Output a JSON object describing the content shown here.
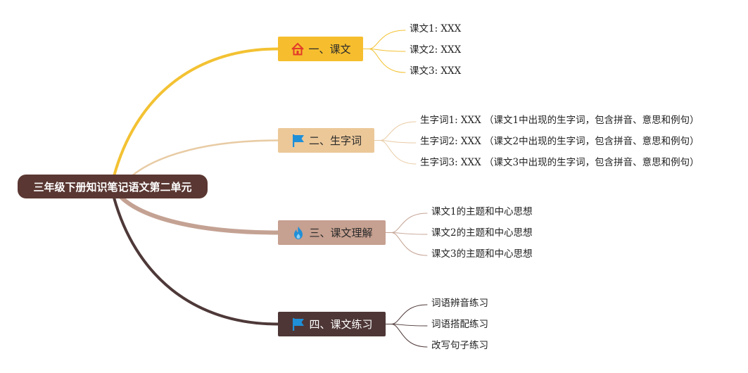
{
  "root": {
    "label": "三年级下册知识笔记语文第二单元"
  },
  "branches": [
    {
      "label": "一、课文",
      "icon": "home-icon",
      "color": "#f6be2e",
      "line_color": "#f3c233",
      "children": [
        "课文1: XXX",
        "课文2: XXX",
        "课文3: XXX"
      ]
    },
    {
      "label": "二、生字词",
      "icon": "flag-icon",
      "color": "#ecc899",
      "line_color": "#e8cba4",
      "children": [
        "生字词1: XXX （课文1中出现的生字词，包含拼音、意思和例句）",
        "生字词2: XXX （课文2中出现的生字词，包含拼音、意思和例句）",
        "生字词3: XXX （课文3中出现的生字词，包含拼音、意思和例句）"
      ]
    },
    {
      "label": "三、课文理解",
      "icon": "fire-icon",
      "color": "#c6a090",
      "line_color": "#c4a293",
      "children": [
        "课文1的主题和中心思想",
        "课文2的主题和中心思想",
        "课文3的主题和中心思想"
      ]
    },
    {
      "label": "四、课文练习",
      "icon": "flag-icon",
      "color": "#4e3636",
      "text_color": "#ffffff",
      "line_color": "#4e3838",
      "children": [
        "词语辨音练习",
        "词语搭配练习",
        "改写句子练习"
      ]
    }
  ]
}
